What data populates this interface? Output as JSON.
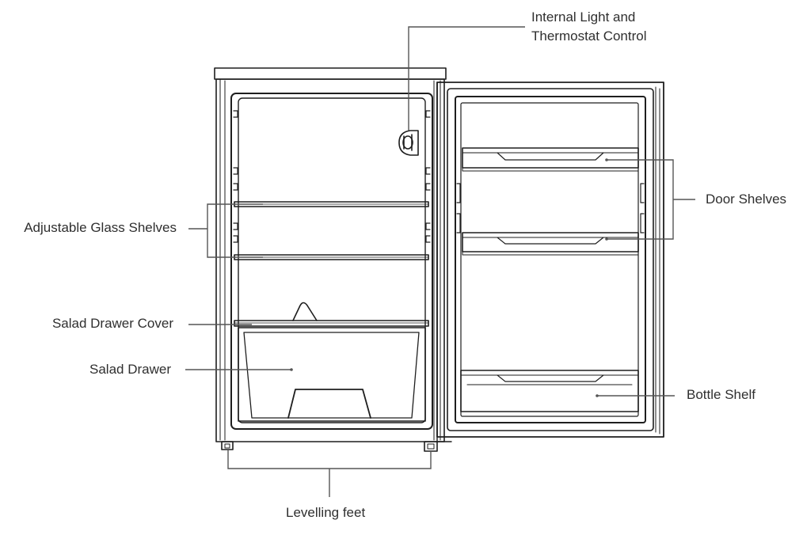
{
  "labels": {
    "internal_light_line1": "Internal Light and",
    "internal_light_line2": "Thermostat Control",
    "door_shelves": "Door Shelves",
    "adjustable_glass_shelves": "Adjustable Glass Shelves",
    "salad_drawer_cover": "Salad Drawer Cover",
    "salad_drawer": "Salad Drawer",
    "bottle_shelf": "Bottle Shelf",
    "levelling_feet": "Levelling feet"
  },
  "colors": {
    "outline": "#1e1e1e",
    "leader_line": "#555555",
    "label_text": "#2f2f2f"
  }
}
